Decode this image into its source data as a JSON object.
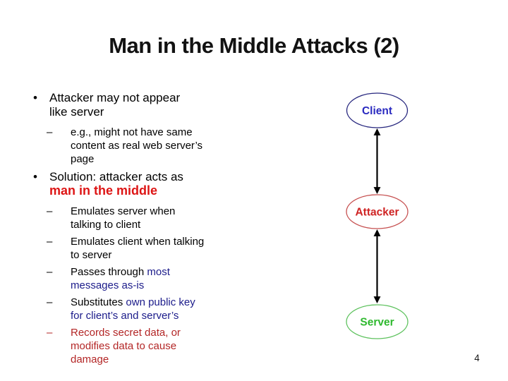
{
  "slide": {
    "title": "Man in the Middle Attacks (2)",
    "page_number": "4"
  },
  "glyphs": {
    "b1": "•",
    "b2": "–"
  },
  "colors": {
    "ink": "#000000",
    "red": "#dd1515",
    "darkred": "#b32626",
    "blue": "#1b1b8a"
  },
  "bullets": [
    {
      "level": 1,
      "segments": [
        {
          "t": "Attacker may not appear\nlike server",
          "c": "ink"
        }
      ]
    },
    {
      "level": 2,
      "segments": [
        {
          "t": "e.g., might not have same\ncontent as real web server’s\npage",
          "c": "ink"
        }
      ]
    },
    {
      "level": 1,
      "segments": [
        {
          "t": "Solution: attacker acts as\n",
          "c": "ink"
        },
        {
          "t": "man in the middle",
          "c": "red",
          "b": true
        }
      ]
    },
    {
      "level": 2,
      "segments": [
        {
          "t": "Emulates server when\ntalking to client",
          "c": "ink"
        }
      ]
    },
    {
      "level": 2,
      "segments": [
        {
          "t": "Emulates client when talking\nto server",
          "c": "ink"
        }
      ]
    },
    {
      "level": 2,
      "segments": [
        {
          "t": "Passes through ",
          "c": "ink"
        },
        {
          "t": "most\nmessages as-is",
          "c": "blue"
        }
      ]
    },
    {
      "level": 2,
      "segments": [
        {
          "t": "Substitutes ",
          "c": "ink"
        },
        {
          "t": "own public key\nfor client’s and server’s",
          "c": "blue"
        }
      ]
    },
    {
      "level": 2,
      "gc": "darkred",
      "segments": [
        {
          "t": "Records secret data, or\nmodifies data to cause\ndamage",
          "c": "darkred"
        }
      ]
    }
  ],
  "diagram": {
    "nodes": [
      {
        "id": "client",
        "label": "Client",
        "text_color": "#2a2ac0",
        "stroke": "#26267e"
      },
      {
        "id": "attacker",
        "label": "Attacker",
        "text_color": "#cf2424",
        "stroke": "#c65050"
      },
      {
        "id": "server",
        "label": "Server",
        "text_color": "#2fb92f",
        "stroke": "#5ec25e"
      }
    ],
    "arrows": [
      {
        "from": "client",
        "to": "attacker",
        "bidirectional": true
      },
      {
        "from": "attacker",
        "to": "server",
        "bidirectional": true
      }
    ]
  }
}
